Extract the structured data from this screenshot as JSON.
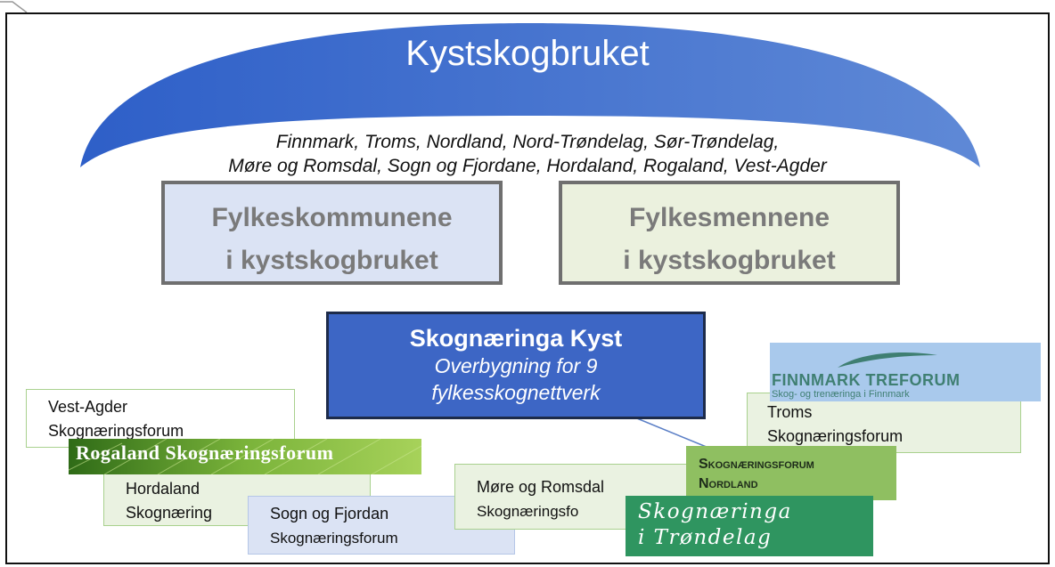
{
  "arch": {
    "title": "Kystskogbruket",
    "color": "#3e6fcc"
  },
  "regions": {
    "line1": "Finnmark, Troms, Nordland, Nord-Trøndelag, Sør-Trøndelag,",
    "line2": "Møre og Romsdal, Sogn og Fjordane, Hordaland, Rogaland, Vest-Agder"
  },
  "boxes": {
    "left": {
      "line1": "Fylkeskommunene",
      "line2": "i kystskogbruket",
      "fill": "#dbe3f4"
    },
    "right": {
      "line1": "Fylkesmennene",
      "line2": "i kystskogbruket",
      "fill": "#ebf1de"
    }
  },
  "center": {
    "title": "Skognæringa Kyst",
    "line1": "Overbygning for 9",
    "line2": "fylkesskognettverk"
  },
  "forums": {
    "vest_agder": {
      "line1": "Vest-Agder",
      "line2": "Skognæringsforum"
    },
    "rogaland": {
      "label": "Rogaland Skognæringsforum"
    },
    "hordaland": {
      "line1": "Hordaland",
      "line2": "Skognæring"
    },
    "sogn": {
      "line1": "Sogn og Fjordan",
      "line2": "Skognæringsforum"
    },
    "more": {
      "line1": "Møre og Romsdal",
      "line2": "Skognæringsfo"
    },
    "finnmark": {
      "title": "FINNMARK TREFORUM",
      "subtitle": "Skog- og trenæringa i Finnmark"
    },
    "troms": {
      "line1": "Troms",
      "line2": "Skognæringsforum"
    },
    "nordland": {
      "line1": "Skognæringsforum",
      "line2": "Nordland"
    },
    "trondelag": {
      "line1": "Skognæringa",
      "line2": "i Trøndelag"
    }
  }
}
